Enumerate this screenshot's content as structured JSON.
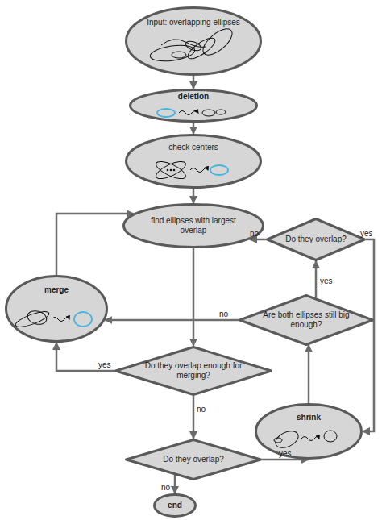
{
  "diagram": {
    "nodes": [
      {
        "text": [
          "Input: overlapping ellipses"
        ]
      },
      {
        "text": [
          "deletion"
        ]
      },
      {
        "text": [
          "check centers"
        ]
      },
      {
        "text": [
          "find ellipses with largest overlap"
        ]
      },
      {
        "text": [
          "Do they overlap?"
        ]
      },
      {
        "text": [
          "merge"
        ]
      },
      {
        "text": [
          "Are both ellipses still big enough?"
        ]
      },
      {
        "text": [
          "Do they overlap enough for merging?"
        ]
      },
      {
        "text": [
          "shrink"
        ]
      },
      {
        "text": [
          "Do they overlap?"
        ]
      },
      {
        "text": [
          "end"
        ]
      }
    ],
    "edges": [
      {
        "from": 0,
        "to": 1,
        "arrow": "to"
      },
      {
        "from": 1,
        "to": 2,
        "arrow": "to"
      },
      {
        "from": 2,
        "to": 3,
        "arrow": "to"
      },
      {
        "from": 3,
        "to": 7,
        "arrow": "to"
      },
      {
        "from": 7,
        "to": 5,
        "label": "yes",
        "arrow": "to"
      },
      {
        "from": 5,
        "to": 3,
        "arrow": "to"
      },
      {
        "from": 7,
        "to": 9,
        "label": "no",
        "arrow": "to"
      },
      {
        "from": 9,
        "to": 8,
        "label": "yes",
        "arrow": "to"
      },
      {
        "from": 9,
        "to": 10,
        "label": "no",
        "arrow": "to"
      },
      {
        "from": 8,
        "to": 6,
        "arrow": "to"
      },
      {
        "from": 6,
        "to": 5,
        "label": "no",
        "arrow": "to"
      },
      {
        "from": 6,
        "to": 4,
        "label": "yes",
        "arrow": "to"
      },
      {
        "from": 4,
        "to": 3,
        "label": "no",
        "arrow": "to"
      },
      {
        "from": 4,
        "to": 8,
        "label": "yes",
        "arrow": "to"
      }
    ]
  }
}
